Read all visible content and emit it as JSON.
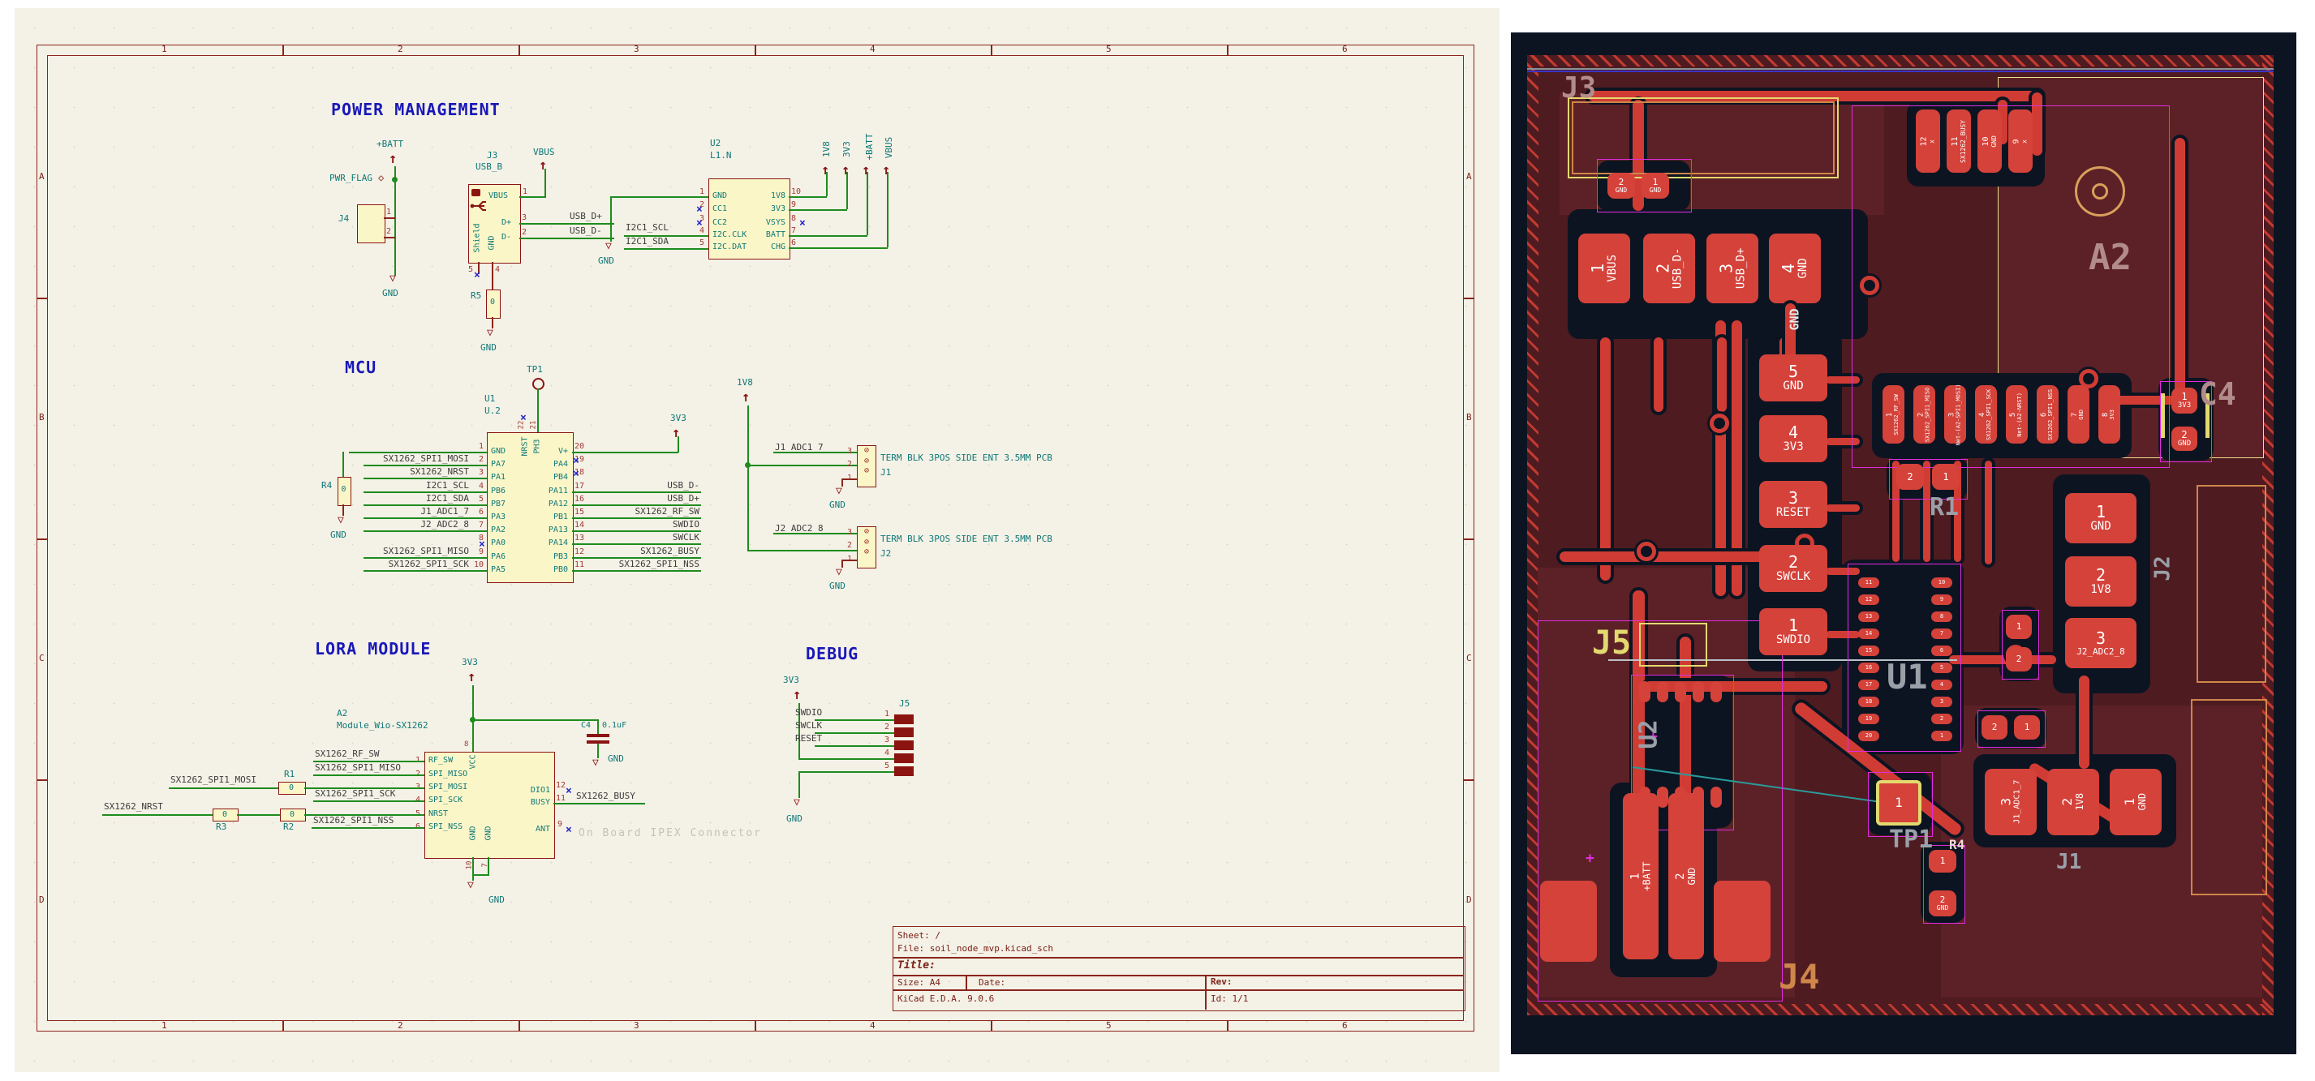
{
  "sch": {
    "cols": [
      "1",
      "2",
      "3",
      "4",
      "5",
      "6"
    ],
    "rows": [
      "A",
      "B",
      "C",
      "D"
    ],
    "title_power": "POWER MANAGEMENT",
    "title_mcu": "MCU",
    "title_lora": "LORA MODULE",
    "title_debug": "DEBUG",
    "gnd": "GND",
    "v3v3": "3V3",
    "v1v8": "1V8",
    "vbatt": "+BATT",
    "vvbus": "VBUS",
    "pwr_flag": "PWR_FLAG",
    "j4_ref": "J4",
    "j4_p1": "1",
    "j4_p2": "2",
    "j3_ref": "J3",
    "j3_val": "USB_B",
    "j3_vbus": "VBUS",
    "j3_dp": "D+",
    "j3_dm": "D-",
    "j3_shield": "Shield",
    "j3_gnd": "GND",
    "j3_n1": "1",
    "j3_n2": "2",
    "j3_n3": "3",
    "j3_n4": "4",
    "j3_n5": "5",
    "net_usb_dp": "USB_D+",
    "net_usb_dm": "USB_D-",
    "r5_ref": "R5",
    "r0": "0",
    "u2_ref": "U2",
    "u2_val": "L1.N",
    "u2_l": [
      {
        "n": "1",
        "nm": "GND"
      },
      {
        "n": "2",
        "nm": "CC1"
      },
      {
        "n": "3",
        "nm": "CC2"
      },
      {
        "n": "4",
        "nm": "I2C.CLK"
      },
      {
        "n": "5",
        "nm": "I2C.DAT"
      }
    ],
    "u2_r": [
      {
        "n": "10",
        "nm": "1V8"
      },
      {
        "n": "9",
        "nm": "3V3"
      },
      {
        "n": "8",
        "nm": "VSYS"
      },
      {
        "n": "7",
        "nm": "BATT"
      },
      {
        "n": "6",
        "nm": "CHG"
      }
    ],
    "net_scl": "I2C1_SCL",
    "net_sda": "I2C1_SDA",
    "tp1": "TP1",
    "u1_ref": "U1",
    "u1_val": "U.2",
    "u1_t22": "22",
    "u1_t21": "21",
    "u1_nrst": "NRST",
    "u1_ph3": "PH3",
    "u1_l": [
      {
        "n": "1",
        "nm": "GND",
        "net": ""
      },
      {
        "n": "2",
        "nm": "PA7",
        "net": "SX1262_SPI1_MOSI"
      },
      {
        "n": "3",
        "nm": "PA1",
        "net": "SX1262_NRST"
      },
      {
        "n": "4",
        "nm": "PB6",
        "net": "I2C1_SCL"
      },
      {
        "n": "5",
        "nm": "PB7",
        "net": "I2C1_SDA"
      },
      {
        "n": "6",
        "nm": "PA3",
        "net": "J1_ADC1_7"
      },
      {
        "n": "7",
        "nm": "PA2",
        "net": "J2_ADC2_8"
      },
      {
        "n": "8",
        "nm": "PA0",
        "net": ""
      },
      {
        "n": "9",
        "nm": "PA6",
        "net": "SX1262_SPI1_MISO"
      },
      {
        "n": "10",
        "nm": "PA5",
        "net": "SX1262_SPI1_SCK"
      }
    ],
    "u1_r": [
      {
        "n": "20",
        "nm": "V+",
        "net": ""
      },
      {
        "n": "19",
        "nm": "PA4",
        "net": ""
      },
      {
        "n": "18",
        "nm": "PB4",
        "net": ""
      },
      {
        "n": "17",
        "nm": "PA11",
        "net": "USB_D-"
      },
      {
        "n": "16",
        "nm": "PA12",
        "net": "USB_D+"
      },
      {
        "n": "15",
        "nm": "PB1",
        "net": "SX1262_RF_SW"
      },
      {
        "n": "14",
        "nm": "PA13",
        "net": "SWDIO"
      },
      {
        "n": "13",
        "nm": "PA14",
        "net": "SWCLK"
      },
      {
        "n": "12",
        "nm": "PB3",
        "net": "SX1262_BUSY"
      },
      {
        "n": "11",
        "nm": "PB0",
        "net": "SX1262_SPI1_NSS"
      }
    ],
    "r4_ref": "R4",
    "term_desc": "TERM BLK 3POS SIDE ENT 3.5MM PCB",
    "j1_ref": "J1",
    "j1_net": "J1_ADC1_7",
    "j2_ref": "J2",
    "j2_net": "J2_ADC2_8",
    "p3": "3",
    "p2": "2",
    "p1": "1",
    "a2_ref": "A2",
    "a2_val": "Module_Wio-SX1262",
    "a2_l": [
      {
        "n": "1",
        "nm": "RF_SW",
        "net": "SX1262_RF_SW"
      },
      {
        "n": "2",
        "nm": "SPI_MISO",
        "net": "SX1262_SPI1_MISO"
      },
      {
        "n": "3",
        "nm": "SPI_MOSI",
        "net": ""
      },
      {
        "n": "4",
        "nm": "SPI_SCK",
        "net": "SX1262_SPI1_SCK"
      },
      {
        "n": "5",
        "nm": "NRST",
        "net": ""
      },
      {
        "n": "6",
        "nm": "SPI_NSS",
        "net": "SX1262_SPI1_NSS"
      }
    ],
    "a2_vcc": "VCC",
    "a2_n8": "8",
    "a2_dio1": "DIO1",
    "a2_n12": "12",
    "a2_busy": "BUSY",
    "a2_n11": "11",
    "a2_ant": "ANT",
    "a2_n9": "9",
    "a2_gnd10": "GND",
    "a2_n10": "10",
    "a2_gnd7": "GND",
    "a2_n7": "7",
    "net_busy": "SX1262_BUSY",
    "net_mosi": "SX1262_SPI1_MOSI",
    "net_nrst": "SX1262_NRST",
    "r1_ref": "R1",
    "r2_ref": "R2",
    "r3_ref": "R3",
    "c4_ref": "C4",
    "c4_val": "0.1uF",
    "ipex": "On Board IPEX Connector",
    "j5_ref": "J5",
    "j5_pins": [
      "1",
      "2",
      "3",
      "4",
      "5"
    ],
    "net_swdio": "SWDIO",
    "net_swclk": "SWCLK",
    "net_reset": "RESET",
    "tb_sheet": "Sheet: /",
    "tb_file": "File: soil_node_mvp.kicad_sch",
    "tb_title": "Title:",
    "tb_size": "Size: A4",
    "tb_date": "Date:",
    "tb_rev": "Rev:",
    "tb_tool": "KiCad E.D.A. 9.0.6",
    "tb_id": "Id: 1/1"
  },
  "pcb": {
    "j3": "J3",
    "j5": "J5",
    "j4": "J4",
    "a2": "A2",
    "c4": "C4",
    "u1": "U1",
    "u2": "U2",
    "r1": "R1",
    "tp1": "TP1",
    "j2": "J2",
    "j1": "J1",
    "r4": "R4",
    "gnd_v": "GND",
    "usb": [
      {
        "n": "1",
        "net": "VBUS"
      },
      {
        "n": "2",
        "net": "USB_D-"
      },
      {
        "n": "3",
        "net": "USB_D+"
      },
      {
        "n": "4",
        "net": "GND"
      }
    ],
    "r5": [
      {
        "n": "2",
        "net": "GND"
      },
      {
        "n": "1",
        "net": "GND"
      }
    ],
    "dbg": [
      {
        "n": "5",
        "net": "GND"
      },
      {
        "n": "4",
        "net": "3V3"
      },
      {
        "n": "3",
        "net": "RESET"
      },
      {
        "n": "2",
        "net": "SWCLK"
      },
      {
        "n": "1",
        "net": "SWDIO"
      }
    ],
    "a2t": [
      {
        "n": "12",
        "net": "x"
      },
      {
        "n": "11",
        "net": "SX1262_BUSY"
      },
      {
        "n": "10",
        "net": "GND"
      },
      {
        "n": "9",
        "net": "x"
      }
    ],
    "a2b": [
      {
        "n": "1",
        "net": "SX1262_RF_SW"
      },
      {
        "n": "2",
        "net": "SX1262_SPI1_MISO"
      },
      {
        "n": "3",
        "net": "Net-(A2-SPI1_MOSI)"
      },
      {
        "n": "4",
        "net": "SX1262_SPI1_SCK"
      },
      {
        "n": "5",
        "net": "Net-(A2-NRST)"
      },
      {
        "n": "6",
        "net": "SX1262_SPI1_NSS"
      },
      {
        "n": "7",
        "net": "GND"
      },
      {
        "n": "8",
        "net": "3V3"
      }
    ],
    "c4p": [
      {
        "n": "1",
        "net": "3V3"
      },
      {
        "n": "2",
        "net": "GND"
      }
    ],
    "j2p": [
      {
        "n": "1",
        "net": "GND"
      },
      {
        "n": "2",
        "net": "1V8"
      },
      {
        "n": "3",
        "net": "J2_ADC2_8"
      }
    ],
    "j1p": [
      {
        "n": "3",
        "net": "J1_ADC1_7"
      },
      {
        "n": "2",
        "net": "1V8"
      },
      {
        "n": "1",
        "net": "GND"
      }
    ],
    "j4p": [
      {
        "n": "1",
        "net": "+BATT"
      },
      {
        "n": "2",
        "net": "GND"
      }
    ],
    "tp1n": "1",
    "r4p": [
      {
        "n": "1",
        "net": ""
      },
      {
        "n": "2",
        "net": "GND"
      }
    ],
    "u1l": [
      "11",
      "12",
      "13",
      "14",
      "15",
      "16",
      "17",
      "18",
      "19",
      "20"
    ],
    "u1r": [
      "10",
      "9",
      "8",
      "7",
      "6",
      "5",
      "4",
      "3",
      "2",
      "1"
    ]
  }
}
